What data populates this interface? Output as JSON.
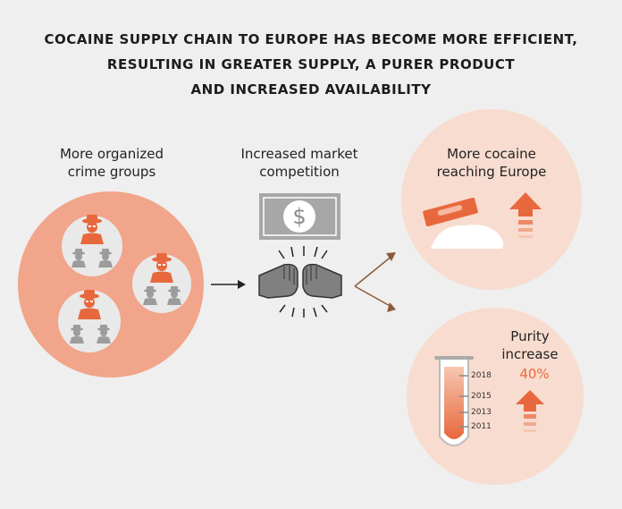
{
  "title": {
    "line1": "COCAINE SUPPLY CHAIN TO EUROPE HAS BECOME MORE EFFICIENT,",
    "line2": "RESULTING IN GREATER SUPPLY,  A PURER PRODUCT",
    "line3": "AND INCREASED AVAILABILITY"
  },
  "crime": {
    "line1": "More organized",
    "line2": "crime groups"
  },
  "competition": {
    "line1": "Increased market",
    "line2": "competition",
    "currency_symbol": "$"
  },
  "europe": {
    "line1": "More cocaine",
    "line2": "reaching Europe"
  },
  "purity": {
    "line1": "Purity",
    "line2": "increase",
    "percent": "40%",
    "years": [
      "2018",
      "2015",
      "2013",
      "2011"
    ]
  },
  "colors": {
    "background": "#efefef",
    "big_circle": "#f1a58a",
    "light_circle": "#f8dccf",
    "accent": "#e8683d",
    "figure_grey": "#9c9c9c"
  }
}
